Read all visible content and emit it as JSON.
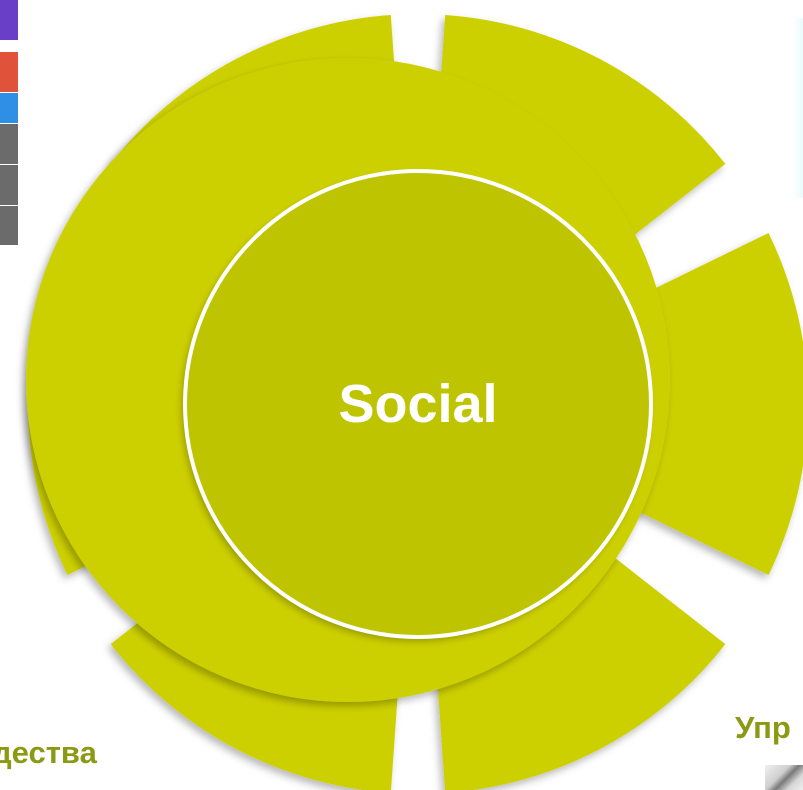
{
  "diagram": {
    "center_label": "Social",
    "fill_color": "#cdd000",
    "center_color": "#bec400",
    "ring_color": "#ffffff"
  },
  "edge_labels": {
    "left": "дества",
    "right": "Упр"
  },
  "thumbnail_tiles": [
    {
      "color": "#6a3fc7"
    },
    {
      "color": "#e0533a"
    },
    {
      "color": "#2f8fe6"
    },
    {
      "color": "#6b6b6b"
    },
    {
      "color": "#6b6b6b"
    },
    {
      "color": "#6b6b6b"
    }
  ]
}
